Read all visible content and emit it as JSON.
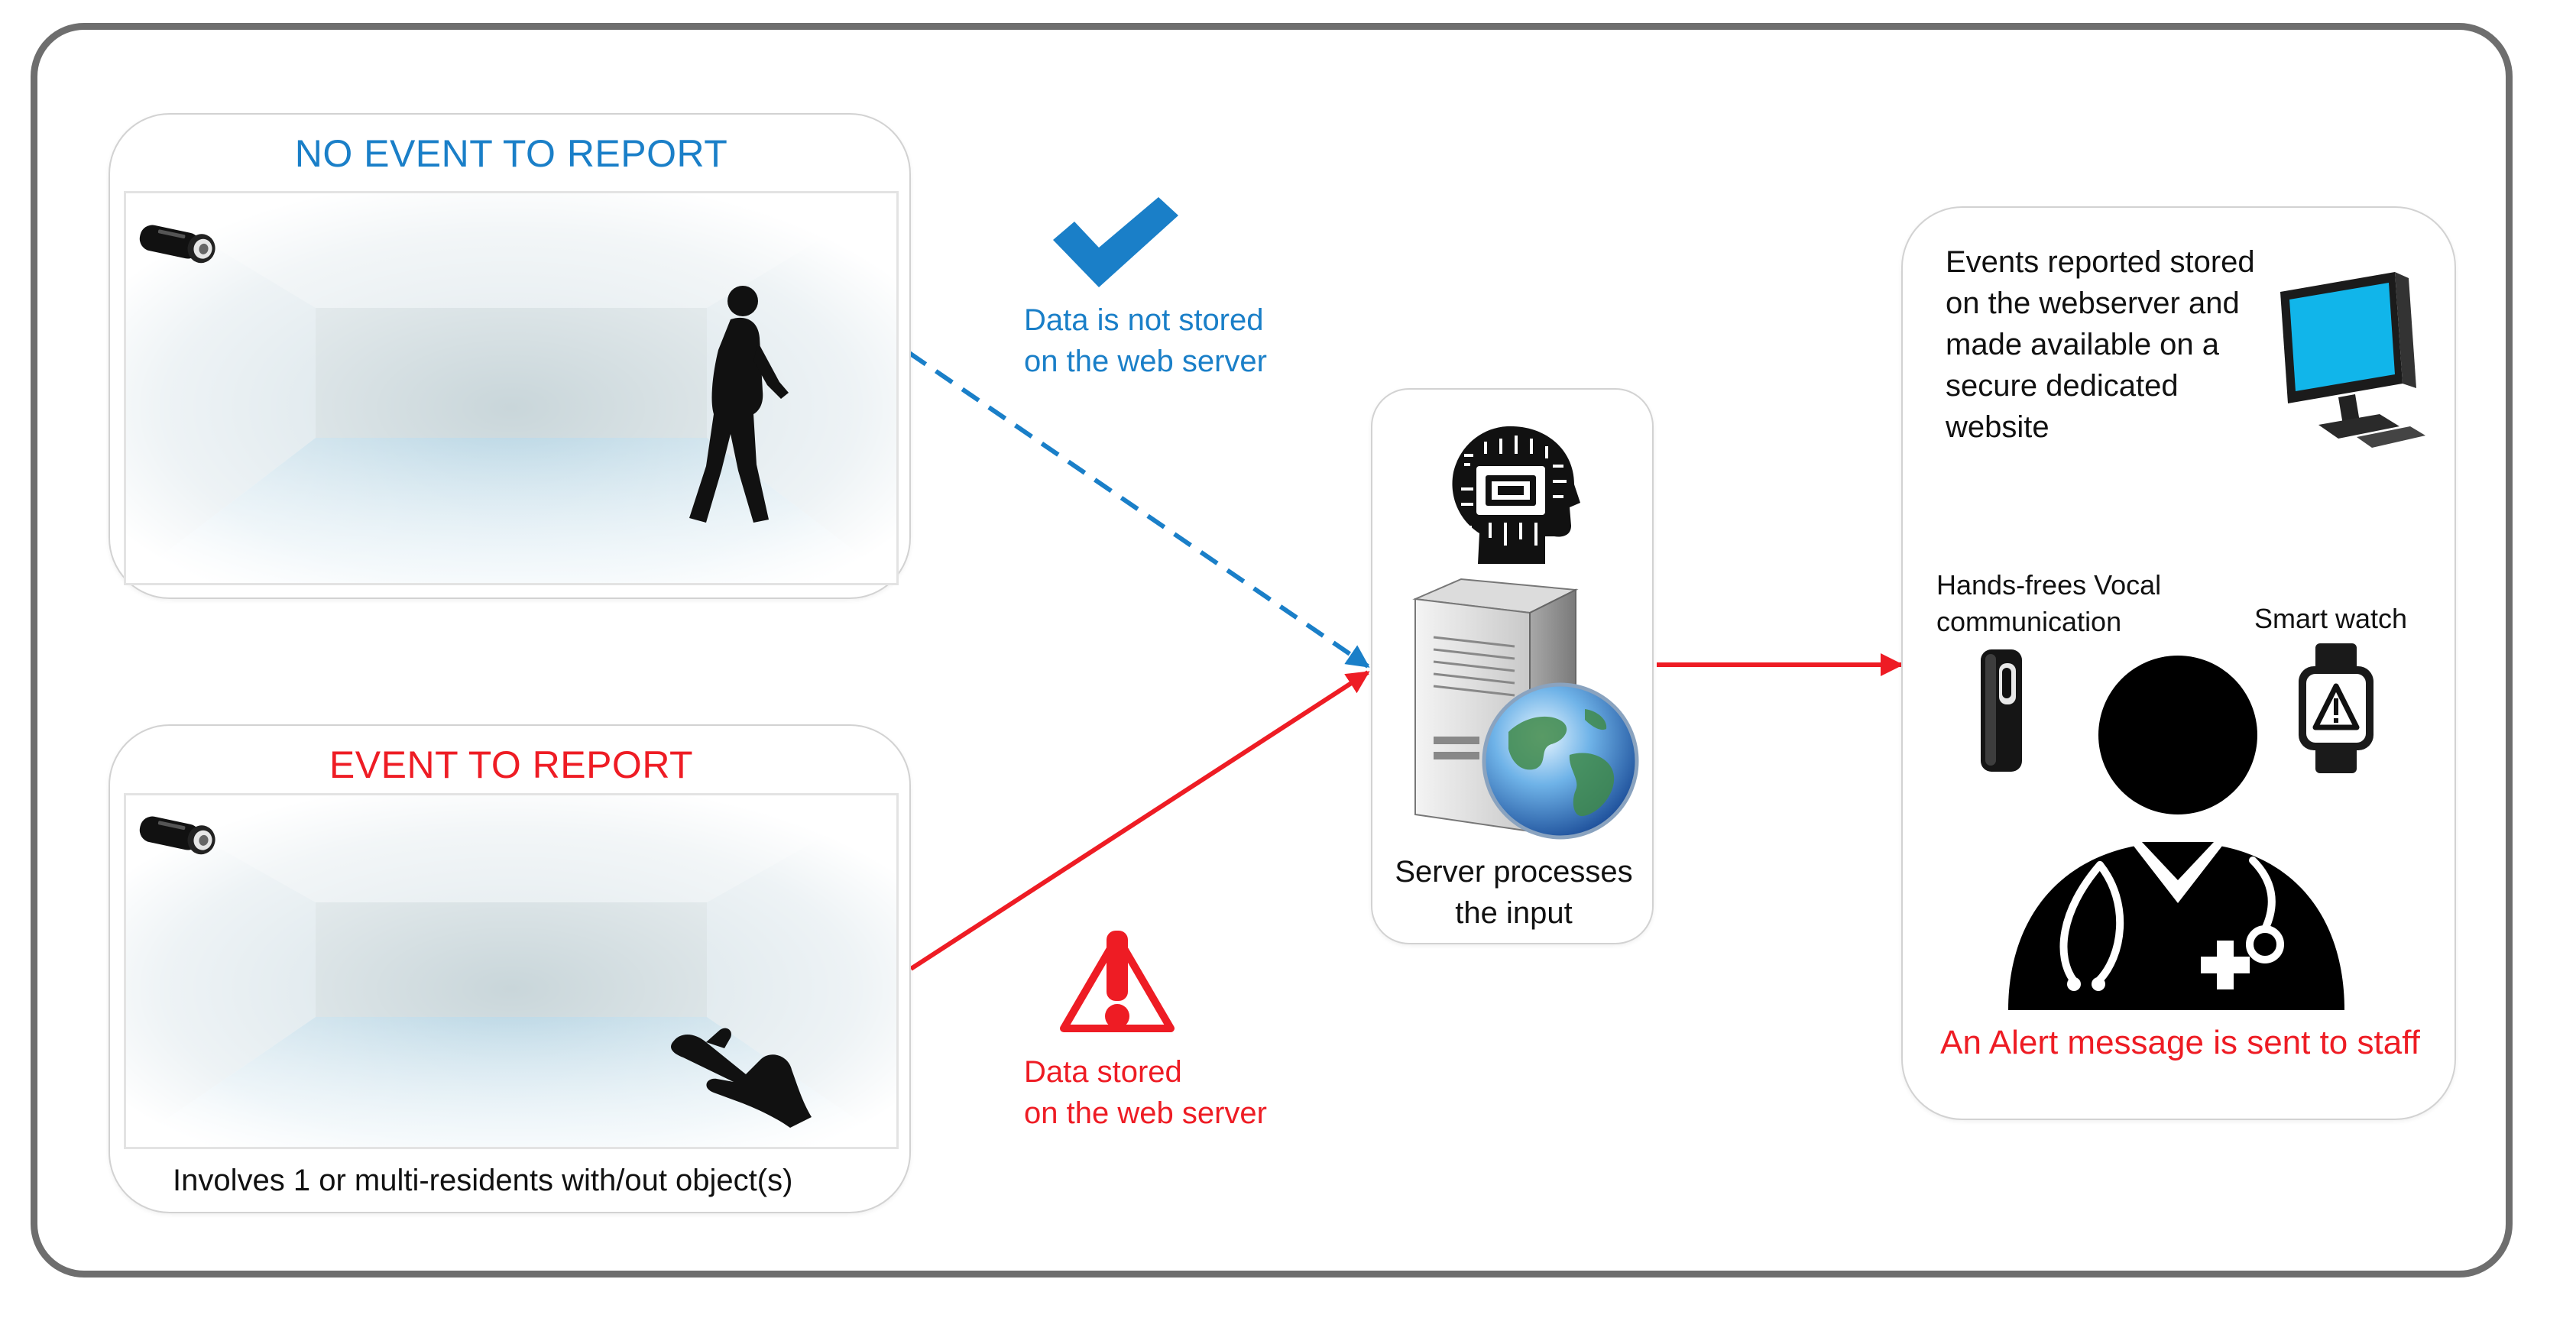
{
  "no_event": {
    "title": "NO EVENT TO REPORT",
    "status": [
      "Data is not stored",
      "on the web server"
    ]
  },
  "event": {
    "title": "EVENT TO REPORT",
    "status": [
      "Data stored",
      "on the web server"
    ],
    "caption": "Involves 1 or multi-residents with/out object(s)"
  },
  "server": {
    "label": [
      "Server processes",
      "the input"
    ]
  },
  "staff": {
    "web_text": [
      "Events reported stored",
      "on the webserver and",
      "made available on a",
      "secure dedicated",
      "website"
    ],
    "hands_free": [
      "Hands-frees Vocal",
      "communication"
    ],
    "smart_watch": "Smart watch",
    "alert": "An Alert message is sent to staff"
  },
  "colors": {
    "blue": "#1a7fc8",
    "red": "#ee1c24",
    "frame": "#6e6e6e"
  },
  "icons": [
    "camera-icon",
    "walking-person-icon",
    "hand-icon",
    "checkmark-icon",
    "warning-icon",
    "ai-head-icon",
    "server-tower-icon",
    "globe-icon",
    "monitor-icon",
    "earpiece-icon",
    "smart-watch-icon",
    "nurse-icon",
    "stethoscope-icon"
  ]
}
